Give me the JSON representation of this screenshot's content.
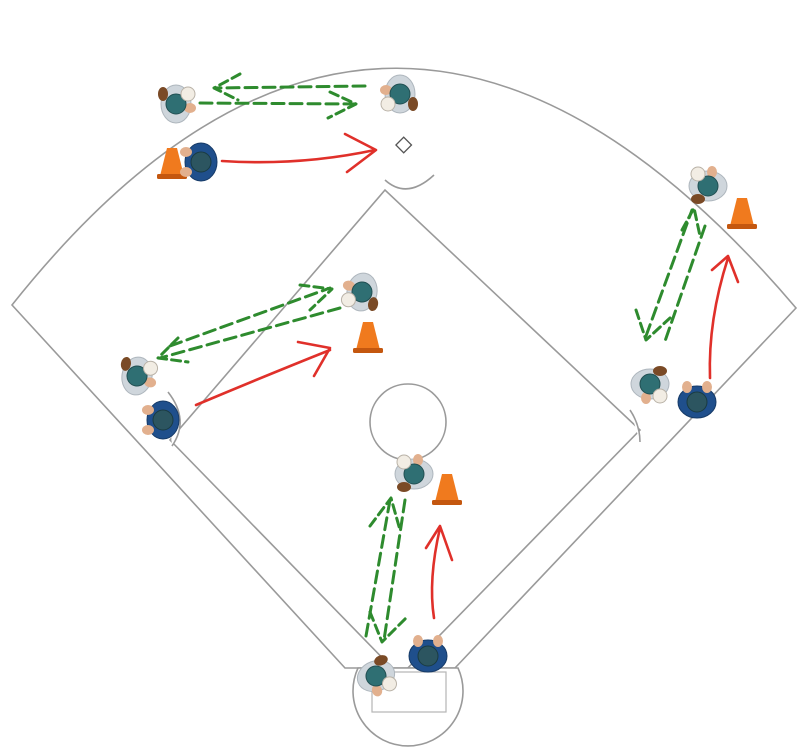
{
  "colors": {
    "background": "#ffffff",
    "field_line": "#9a9a9a",
    "throw_arrow": "#2e8b2e",
    "run_arrow": "#e0302a",
    "cone": "#f07a1e",
    "cone_dark": "#c4570f",
    "fielder_jersey": "#cfd6dc",
    "fielder_cap": "#2f6f73",
    "runner_jersey": "#1f4f8c",
    "runner_cap": "#2c5560",
    "skin": "#e2b08e",
    "glove": "#7a4a26",
    "ball": "#f2ede4"
  },
  "stations": [
    {
      "name": "second-base-station",
      "fielder_icon": "fielder-with-ball-icon",
      "runner_icon": "runner-icon",
      "cone_icon": "cone-icon",
      "arrows": [
        "throw-out",
        "throw-back",
        "run"
      ]
    },
    {
      "name": "third-base-station",
      "fielder_icon": "fielder-with-ball-icon",
      "runner_icon": "runner-icon",
      "cone_icon": "cone-icon",
      "arrows": [
        "throw-out",
        "throw-back",
        "run"
      ]
    },
    {
      "name": "first-base-station",
      "fielder_icon": "fielder-with-ball-icon",
      "runner_icon": "runner-icon",
      "cone_icon": "cone-icon",
      "arrows": [
        "throw-out",
        "throw-back",
        "run"
      ]
    },
    {
      "name": "home-plate-station",
      "fielder_icon": "fielder-with-ball-icon",
      "runner_icon": "runner-icon",
      "cone_icon": "cone-icon",
      "arrows": [
        "throw-out",
        "throw-back",
        "run"
      ]
    }
  ]
}
